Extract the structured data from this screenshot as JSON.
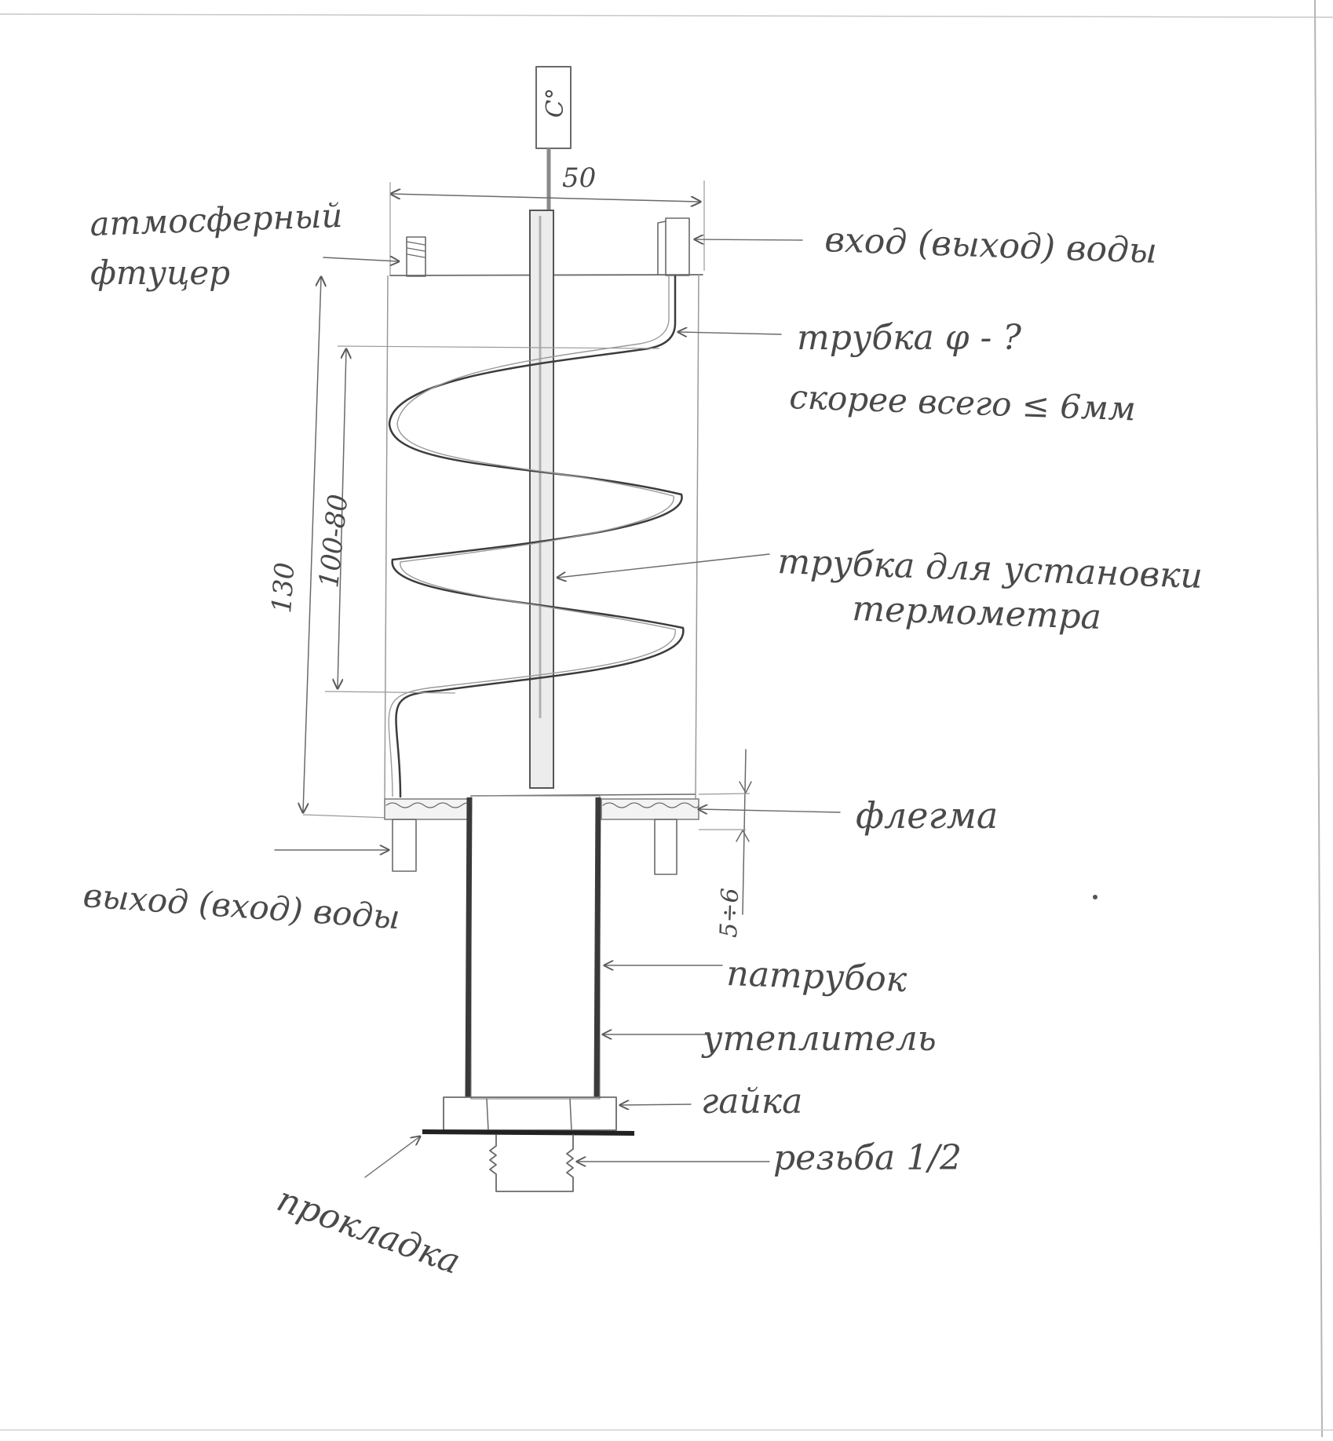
{
  "diagram": {
    "thermometer_unit": "C°",
    "dimensions": {
      "width": "50",
      "total_height": "130",
      "coil_height": "100-80",
      "phlegm_height": "5÷6"
    },
    "labels": {
      "atm_fitting": [
        "атмосферный",
        "фтуцер"
      ],
      "water_in_top": "вход (выход) воды",
      "tube_diameter": [
        "трубка φ - ?",
        "скорее всего ≤ 6мм"
      ],
      "thermo_tube": [
        "трубка для установки",
        "термометра"
      ],
      "phlegm": "флегма",
      "water_out_bottom": "выход (вход) воды",
      "pipe": "патрубок",
      "insulation": "утеплитель",
      "nut": "гайка",
      "thread": "резьба 1/2",
      "gasket": "прокладка"
    }
  },
  "colors": {
    "paper": "#ffffff",
    "pencil": "#6a6a6a",
    "pencil_dark": "#3c3c3c",
    "text": "#4a4a4a"
  }
}
